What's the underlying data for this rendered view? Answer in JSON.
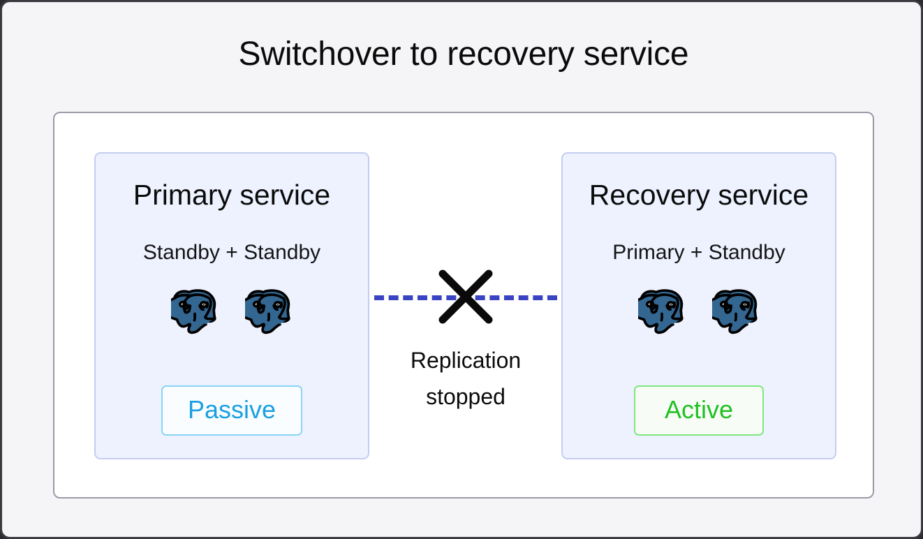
{
  "page": {
    "title": "Switchover to recovery service",
    "background_color": "#f5f5f7",
    "panel_color": "#ffffff"
  },
  "services": {
    "primary": {
      "title": "Primary service",
      "subtitle": "Standby + Standby",
      "node_count": 2,
      "node_icon": "postgresql-elephant-icon",
      "status": "Passive",
      "status_color": "#19a0e0",
      "box_color": "#eef2fe"
    },
    "recovery": {
      "title": "Recovery service",
      "subtitle": "Primary + Standby",
      "node_count": 2,
      "node_icon": "postgresql-elephant-icon",
      "status": "Active",
      "status_color": "#23c023",
      "box_color": "#eef2fe"
    }
  },
  "replication": {
    "label_line1": "Replication",
    "label_line2": "stopped",
    "line_style": "dashed",
    "line_color": "#3a43c2",
    "cross_icon": "x-cross-icon",
    "cross_color": "#000000",
    "state": "stopped"
  }
}
